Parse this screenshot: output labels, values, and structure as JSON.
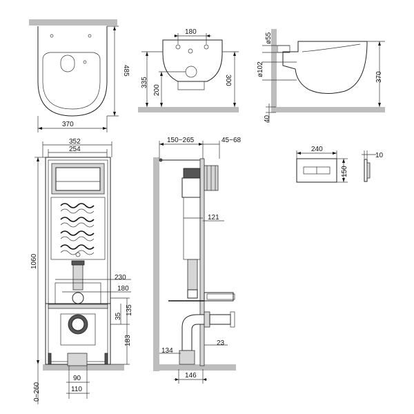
{
  "views": {
    "bowl_top": {
      "width": "370",
      "length": "485"
    },
    "bowl_rear": {
      "bolt_spacing": "180",
      "height_total": "335",
      "outlet_height": "200",
      "inlet_height": "300"
    },
    "bowl_side": {
      "inlet_dia": "ø55",
      "outlet_dia": "ø102",
      "height": "370",
      "gap": "40"
    },
    "frame_front": {
      "outer_width": "352",
      "inner_width": "254",
      "height": "1060",
      "bolt_span_wide": "230",
      "bolt_span_narrow": "180",
      "dim_35": "35",
      "dim_135": "135",
      "dim_183": "183",
      "leg_adjust": "0~260",
      "foot_inner": "90",
      "foot_outer": "110"
    },
    "frame_side": {
      "depth_range": "150~265",
      "wall_range": "45~68",
      "cistern_depth": "121",
      "pipe_offset": "134",
      "dim_23": "23",
      "base_depth": "146"
    },
    "flush_plate": {
      "width": "240",
      "height": "150",
      "thickness": "10"
    }
  }
}
